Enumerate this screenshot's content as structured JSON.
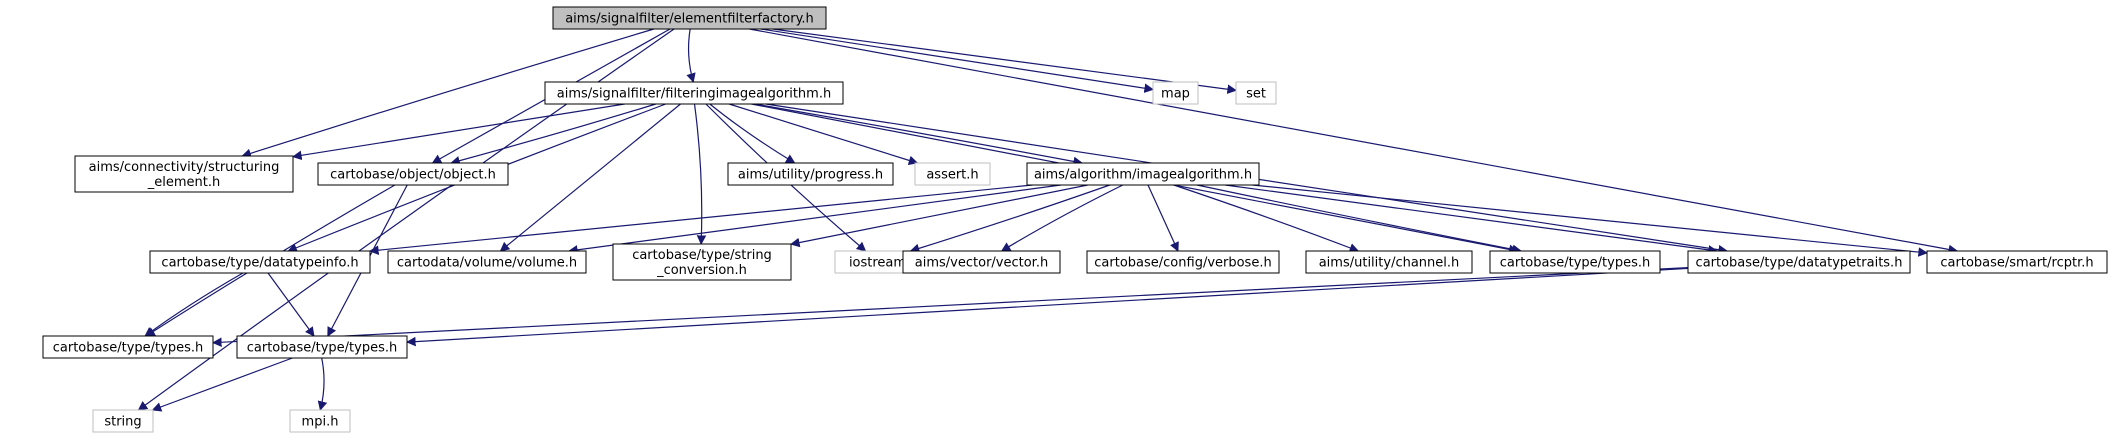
{
  "colors": {
    "edge": "#191970",
    "node_border": "#000000",
    "missing_border": "#bfbfbf",
    "root_fill": "#bfbfbf",
    "node_fill": "#ffffff",
    "text": "#000000"
  },
  "nodes": {
    "root": {
      "lines": [
        "aims/signalfilter/elementfilterfactory.h"
      ],
      "kind": "root"
    },
    "fia": {
      "lines": [
        "aims/signalfilter/filteringimagealgorithm.h"
      ],
      "kind": "normal"
    },
    "map": {
      "lines": [
        "map"
      ],
      "kind": "missing"
    },
    "set": {
      "lines": [
        "set"
      ],
      "kind": "missing"
    },
    "struct": {
      "lines": [
        "aims/connectivity/structuring",
        "_element.h"
      ],
      "kind": "normal"
    },
    "object": {
      "lines": [
        "cartobase/object/object.h"
      ],
      "kind": "normal"
    },
    "progress": {
      "lines": [
        "aims/utility/progress.h"
      ],
      "kind": "normal"
    },
    "assert": {
      "lines": [
        "assert.h"
      ],
      "kind": "missing"
    },
    "imagealgo": {
      "lines": [
        "aims/algorithm/imagealgorithm.h"
      ],
      "kind": "normal"
    },
    "dtinfo": {
      "lines": [
        "cartobase/type/datatypeinfo.h"
      ],
      "kind": "normal"
    },
    "volume": {
      "lines": [
        "cartodata/volume/volume.h"
      ],
      "kind": "normal"
    },
    "strconv": {
      "lines": [
        "cartobase/type/string",
        "_conversion.h"
      ],
      "kind": "normal"
    },
    "iostream": {
      "lines": [
        "iostream"
      ],
      "kind": "missing"
    },
    "vector": {
      "lines": [
        "aims/vector/vector.h"
      ],
      "kind": "normal"
    },
    "verbose": {
      "lines": [
        "cartobase/config/verbose.h"
      ],
      "kind": "normal"
    },
    "channel": {
      "lines": [
        "aims/utility/channel.h"
      ],
      "kind": "normal"
    },
    "types_r": {
      "lines": [
        "cartobase/type/types.h"
      ],
      "kind": "normal"
    },
    "dttraits": {
      "lines": [
        "cartobase/type/datatypetraits.h"
      ],
      "kind": "normal"
    },
    "rcptr": {
      "lines": [
        "cartobase/smart/rcptr.h"
      ],
      "kind": "normal"
    },
    "types_l": {
      "lines": [
        "cartobase/type/types.h"
      ],
      "kind": "normal"
    },
    "types_m": {
      "lines": [
        "cartobase/type/types.h"
      ],
      "kind": "normal"
    },
    "string": {
      "lines": [
        "string"
      ],
      "kind": "missing"
    },
    "mpi": {
      "lines": [
        "mpi.h"
      ],
      "kind": "missing"
    }
  },
  "edges": [
    [
      "root",
      "fia"
    ],
    [
      "root",
      "map"
    ],
    [
      "root",
      "set"
    ],
    [
      "root",
      "struct"
    ],
    [
      "root",
      "object"
    ],
    [
      "root",
      "rcptr"
    ],
    [
      "root",
      "string"
    ],
    [
      "fia",
      "struct"
    ],
    [
      "fia",
      "object"
    ],
    [
      "fia",
      "progress"
    ],
    [
      "fia",
      "assert"
    ],
    [
      "fia",
      "imagealgo"
    ],
    [
      "fia",
      "dtinfo"
    ],
    [
      "fia",
      "volume"
    ],
    [
      "fia",
      "strconv"
    ],
    [
      "fia",
      "iostream"
    ],
    [
      "fia",
      "types_r"
    ],
    [
      "fia",
      "dttraits"
    ],
    [
      "object",
      "types_l"
    ],
    [
      "object",
      "types_m"
    ],
    [
      "imagealgo",
      "dtinfo"
    ],
    [
      "imagealgo",
      "volume"
    ],
    [
      "imagealgo",
      "strconv"
    ],
    [
      "imagealgo",
      "iostream"
    ],
    [
      "imagealgo",
      "vector"
    ],
    [
      "imagealgo",
      "verbose"
    ],
    [
      "imagealgo",
      "channel"
    ],
    [
      "imagealgo",
      "types_r"
    ],
    [
      "imagealgo",
      "dttraits"
    ],
    [
      "imagealgo",
      "rcptr"
    ],
    [
      "dtinfo",
      "types_l"
    ],
    [
      "dtinfo",
      "types_m"
    ],
    [
      "dttraits",
      "types_l"
    ],
    [
      "dttraits",
      "types_m"
    ],
    [
      "types_m",
      "string"
    ],
    [
      "types_m",
      "mpi"
    ]
  ]
}
